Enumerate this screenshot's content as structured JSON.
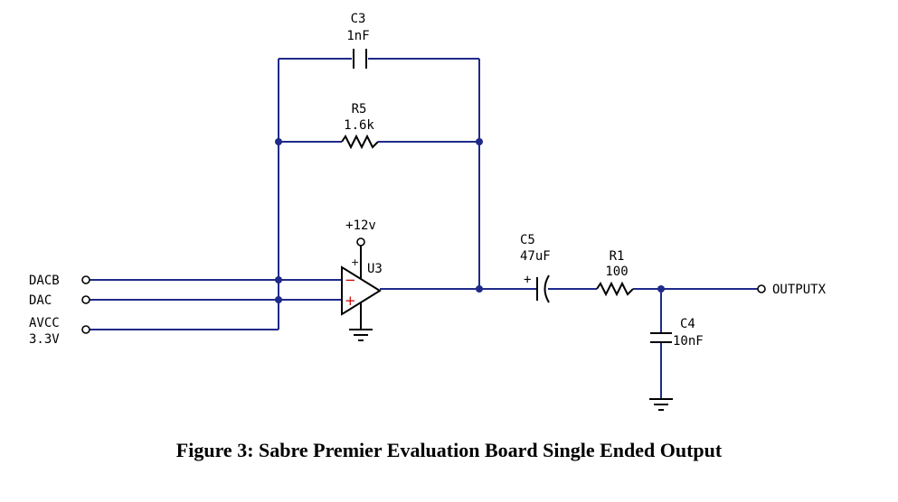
{
  "caption": "Figure 3: Sabre Premier Evaluation Board Single Ended Output",
  "colors": {
    "wire": "#1f2a8a",
    "component": "#000000",
    "plus": "#cc0000",
    "minus": "#cc0000"
  },
  "components": {
    "c3": {
      "ref": "C3",
      "value": "1nF"
    },
    "r5": {
      "ref": "R5",
      "value": "1.6k"
    },
    "u3": {
      "ref": "U3",
      "supply": "+12v",
      "plus_sign": "+",
      "minus_sign": "−"
    },
    "c5": {
      "ref": "C5",
      "value": "47uF",
      "polarity": "+"
    },
    "r1": {
      "ref": "R1",
      "value": "100"
    },
    "c4": {
      "ref": "C4",
      "value": "10nF"
    }
  },
  "ports": {
    "dacb": "DACB",
    "dac": "DAC",
    "avcc": "AVCC",
    "avcc_value": "3.3V",
    "output": "OUTPUTX"
  }
}
